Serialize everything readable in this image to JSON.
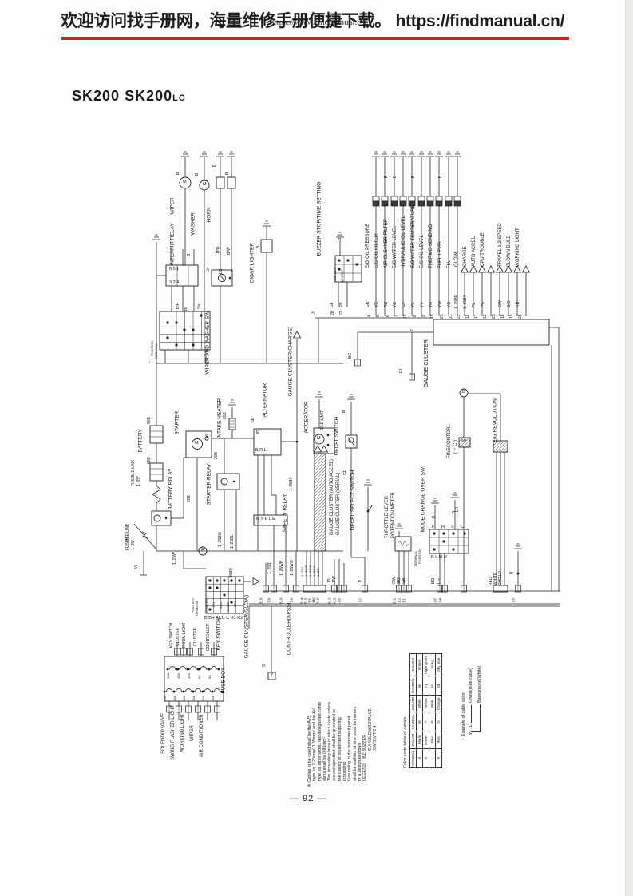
{
  "header": {
    "zh": "欢迎访问找手册网，海量维修手册便捷下载。",
    "url": "https://findmanual.cn/",
    "watermark": "https://www.findmanual.cn/"
  },
  "title": {
    "m1": "SK200",
    "m2": "SK200",
    "suffix": "LC"
  },
  "page_number": "— 92 —",
  "diagram": {
    "tl": {
      "wiper": "WIPER",
      "washer": "WASHER",
      "horn": "HORN",
      "cigar_lighter": "CIGAR LIGHTER",
      "intermit_relay": "INTERMIT RELAY",
      "wiper_washer_sw": "WIPER AND WASHER SW.",
      "buzzer_setting": "BUZZER STOP/TIME SETTING",
      "time_set": "TIME SET",
      "bz_stop": "BZ STOP",
      "relay_pins_top": "6  5  1",
      "relay_pins_bottom": "3  2  4",
      "terminal": "TERMINAL",
      "position": "POSITION"
    },
    "sensors": {
      "names": [
        "E/G OIL PRESSURE",
        "E/G OIL FILTER",
        "AIR CLEANER FILTER",
        "E/G WATER LEVEL",
        "HYDRAULIC OIL LEVEL",
        "E/G WATER TEMPERATURE",
        "E/G OIL LEVEL",
        "THERMO-SENDING",
        "FUEL LEVEL",
        "FLU"
      ],
      "codes": [
        "GB",
        "YG",
        "RG",
        "YB",
        "GY",
        "YL",
        "YV",
        "YR",
        "YW",
        "YO"
      ],
      "pins": [
        "4",
        "5",
        "6",
        "7",
        "10",
        "8",
        "9",
        "19",
        "20",
        "21"
      ]
    },
    "indicators": {
      "names": [
        "GLOW",
        "CHARGE",
        "AUTO ACCEL",
        "CPU TROUBLE",
        "TRAVEL 1,2 SPEED",
        "BLOWN BULB",
        "WORKING LIGHT"
      ],
      "codes": [
        "1. 25BR",
        "1. 25BY",
        "PL",
        "PG",
        "OW",
        "B/G",
        "RB"
      ],
      "pins": [
        "23",
        "11",
        "17",
        "12",
        "25",
        "16",
        "18",
        "26"
      ]
    },
    "gauge": {
      "cluster": "GAUGE CLUSTER"
    },
    "power": {
      "battery": "BATTERY",
      "fusible_link": "FUSIBLE LINK",
      "fusible_size": "1. 25*",
      "battery_relay": "BATTERY RELAY",
      "starter": "STARTER",
      "starter_relay": "STARTER RELAY",
      "intake_heater": "INTAKE HEATER",
      "alternator": "ALTERNATOR",
      "safety_relay": "SAFETY RELAY",
      "alt_terms": "B  R  L",
      "alt_e": "E",
      "safety_terms": "R  S  P  L  E",
      "starter_s": "S"
    },
    "mid": {
      "gauge_cluster_charge": "GAUGE CLUSTER(CHARGE)",
      "accelerator": "ACCERATOR",
      "idle_limit": "IDLE LIMIT",
      "decel_switch": "DECEL SWITCH",
      "gauge_cluster_auto": "GAUGE CLUSTER (AUTO ACCEL)",
      "gauge_cluster_serial": "GAUGE CLUSTER (SERIAL)",
      "decel_select_switch": "DECEL SELECT SWITCH",
      "throttle_1": "THROTTLE LEVER",
      "throttle_2": "POTENTION METER",
      "mode_change_sw": "MODE CHANGE OVER SW.",
      "mode_terms": "B  L  M  H",
      "mode_positions": [
        "F",
        "H",
        "S",
        "C"
      ],
      "fine_1": "FINECONTORL",
      "fine_2": "( F C )",
      "sv": "SV",
      "eg_revolution": "E/G REVOLUTION"
    },
    "bl": {
      "key_switch": "KEY SWITCH",
      "ks_positions": [
        "STARTER",
        "ON",
        "ACC",
        "GLOW",
        "OFF"
      ],
      "ks_terms": "B BR ACC C R1 R2",
      "fuse_box": "FUSE BOX",
      "fuse_feeds": [
        "KEY SWITCH",
        "CLUSTER",
        "ROOM LIGHT",
        "CLUSTER",
        "CONTROLLER"
      ],
      "fuse_amps_top": [
        "10A",
        "10A",
        "15A",
        "5A",
        "5A"
      ],
      "fuse_amps_bottom": [
        "15A",
        "15A",
        "15A",
        "15A",
        "15A",
        "15A"
      ],
      "outputs": [
        "SOLENOID VALVE",
        "SWING FLASHER LIGHT",
        "WORKING LIGHT",
        "WIPER",
        "AIR CONDITIONER"
      ],
      "gauge_cluster_glow": "GAUGE CLUSTER(GLOW)"
    },
    "controller": {
      "label": "CONTROLLER(KPSS)",
      "terminals": [
        "B18",
        "B9",
        "B10",
        "B4",
        "B14",
        "B15",
        "B5",
        "M6",
        "A10",
        "B13",
        "A12",
        "A6",
        "A7",
        "B11",
        "B2",
        "B1",
        "A5",
        "A4",
        "A3"
      ],
      "bundle_wires": [
        "1.25GL",
        "1.25WR",
        "1.25GW",
        "1.25GY",
        "1.25G"
      ]
    },
    "w": {
      "b": "B",
      "brb": "BrB",
      "brw": "BrW",
      "brr": "BrR",
      "br": "Br",
      "sb": "Sb",
      "lv": "LV",
      "lg": "LG",
      "gl": "GL",
      "pb": "PB",
      "l": "L",
      "rl": "RL",
      "bg": "BG",
      "r2": "2R",
      "y5": "5Y",
      "b60": "60B",
      "b20": "20B",
      "b5": "5B",
      "w125": "1. 25W",
      "by125": "1. 25BY",
      "bw125": "1. 25BW",
      "bl125": "1. 25BL",
      "b125": "1. 25B",
      "wb125": "1. 25WB",
      "wg125": "1. 25WG",
      "br125": "1. 25BR",
      "gr": "GR",
      "lr": "LR",
      "bo": "BO",
      "red": "RED",
      "white": "WHITE",
      "shield": "SHIELD",
      "g": "G",
      "gw": "GW",
      "go": "GO",
      "gb": "GB",
      "pl": "PL",
      "pw": "PW",
      "p": "P"
    },
    "pins": {
      "p2": "2",
      "p3": "3",
      "p28": "28",
      "p22": "22",
      "p7": "7"
    },
    "glyphs": {
      "m": "M",
      "a": "A",
      "b": "B"
    }
  },
  "notes": {
    "mark": "※",
    "lines": [
      "Cables to be used shall be the AVS",
      "type for 1.25mm² 0.85mm² and the AV",
      "type for other sizes. Nondesignated cable",
      "sizes shall be 0.85mm²",
      "The grounding lines of which cable colors",
      "are not specified shall be grounded to",
      "the casing of equipment requiring",
      "grounding",
      "Grounding in the instrument panel",
      "shall be earthed at one point be means",
      "of a designated bolt"
    ],
    "legend_title": "LEGEND",
    "legend": [
      "BZ;BUZZER",
      "SV;SOLENOIDVALVE",
      "SW;SWITCH"
    ]
  },
  "color_table": {
    "title": "Color code table of cables",
    "headers": [
      "SYMBOL",
      "COLOR",
      "SYMBOL",
      "COLOR",
      "SYMBOL",
      "COLOR"
    ],
    "rows": [
      [
        "B",
        "Black",
        "W",
        "White",
        "Br",
        "Brown"
      ],
      [
        "G",
        "Green",
        "Y",
        "Yellow",
        "Lg",
        "Light green"
      ],
      [
        "L",
        "Blue",
        "P",
        "Pink",
        "Gr",
        "Gray"
      ],
      [
        "R",
        "Red",
        "O",
        "Orange",
        "Sb",
        "Sky blue"
      ]
    ]
  },
  "example": {
    "title": "Example of cable color",
    "sym1": "W",
    "sym2": "L",
    "label1": "Green(Blue cable)",
    "label2": "Background(White)"
  }
}
